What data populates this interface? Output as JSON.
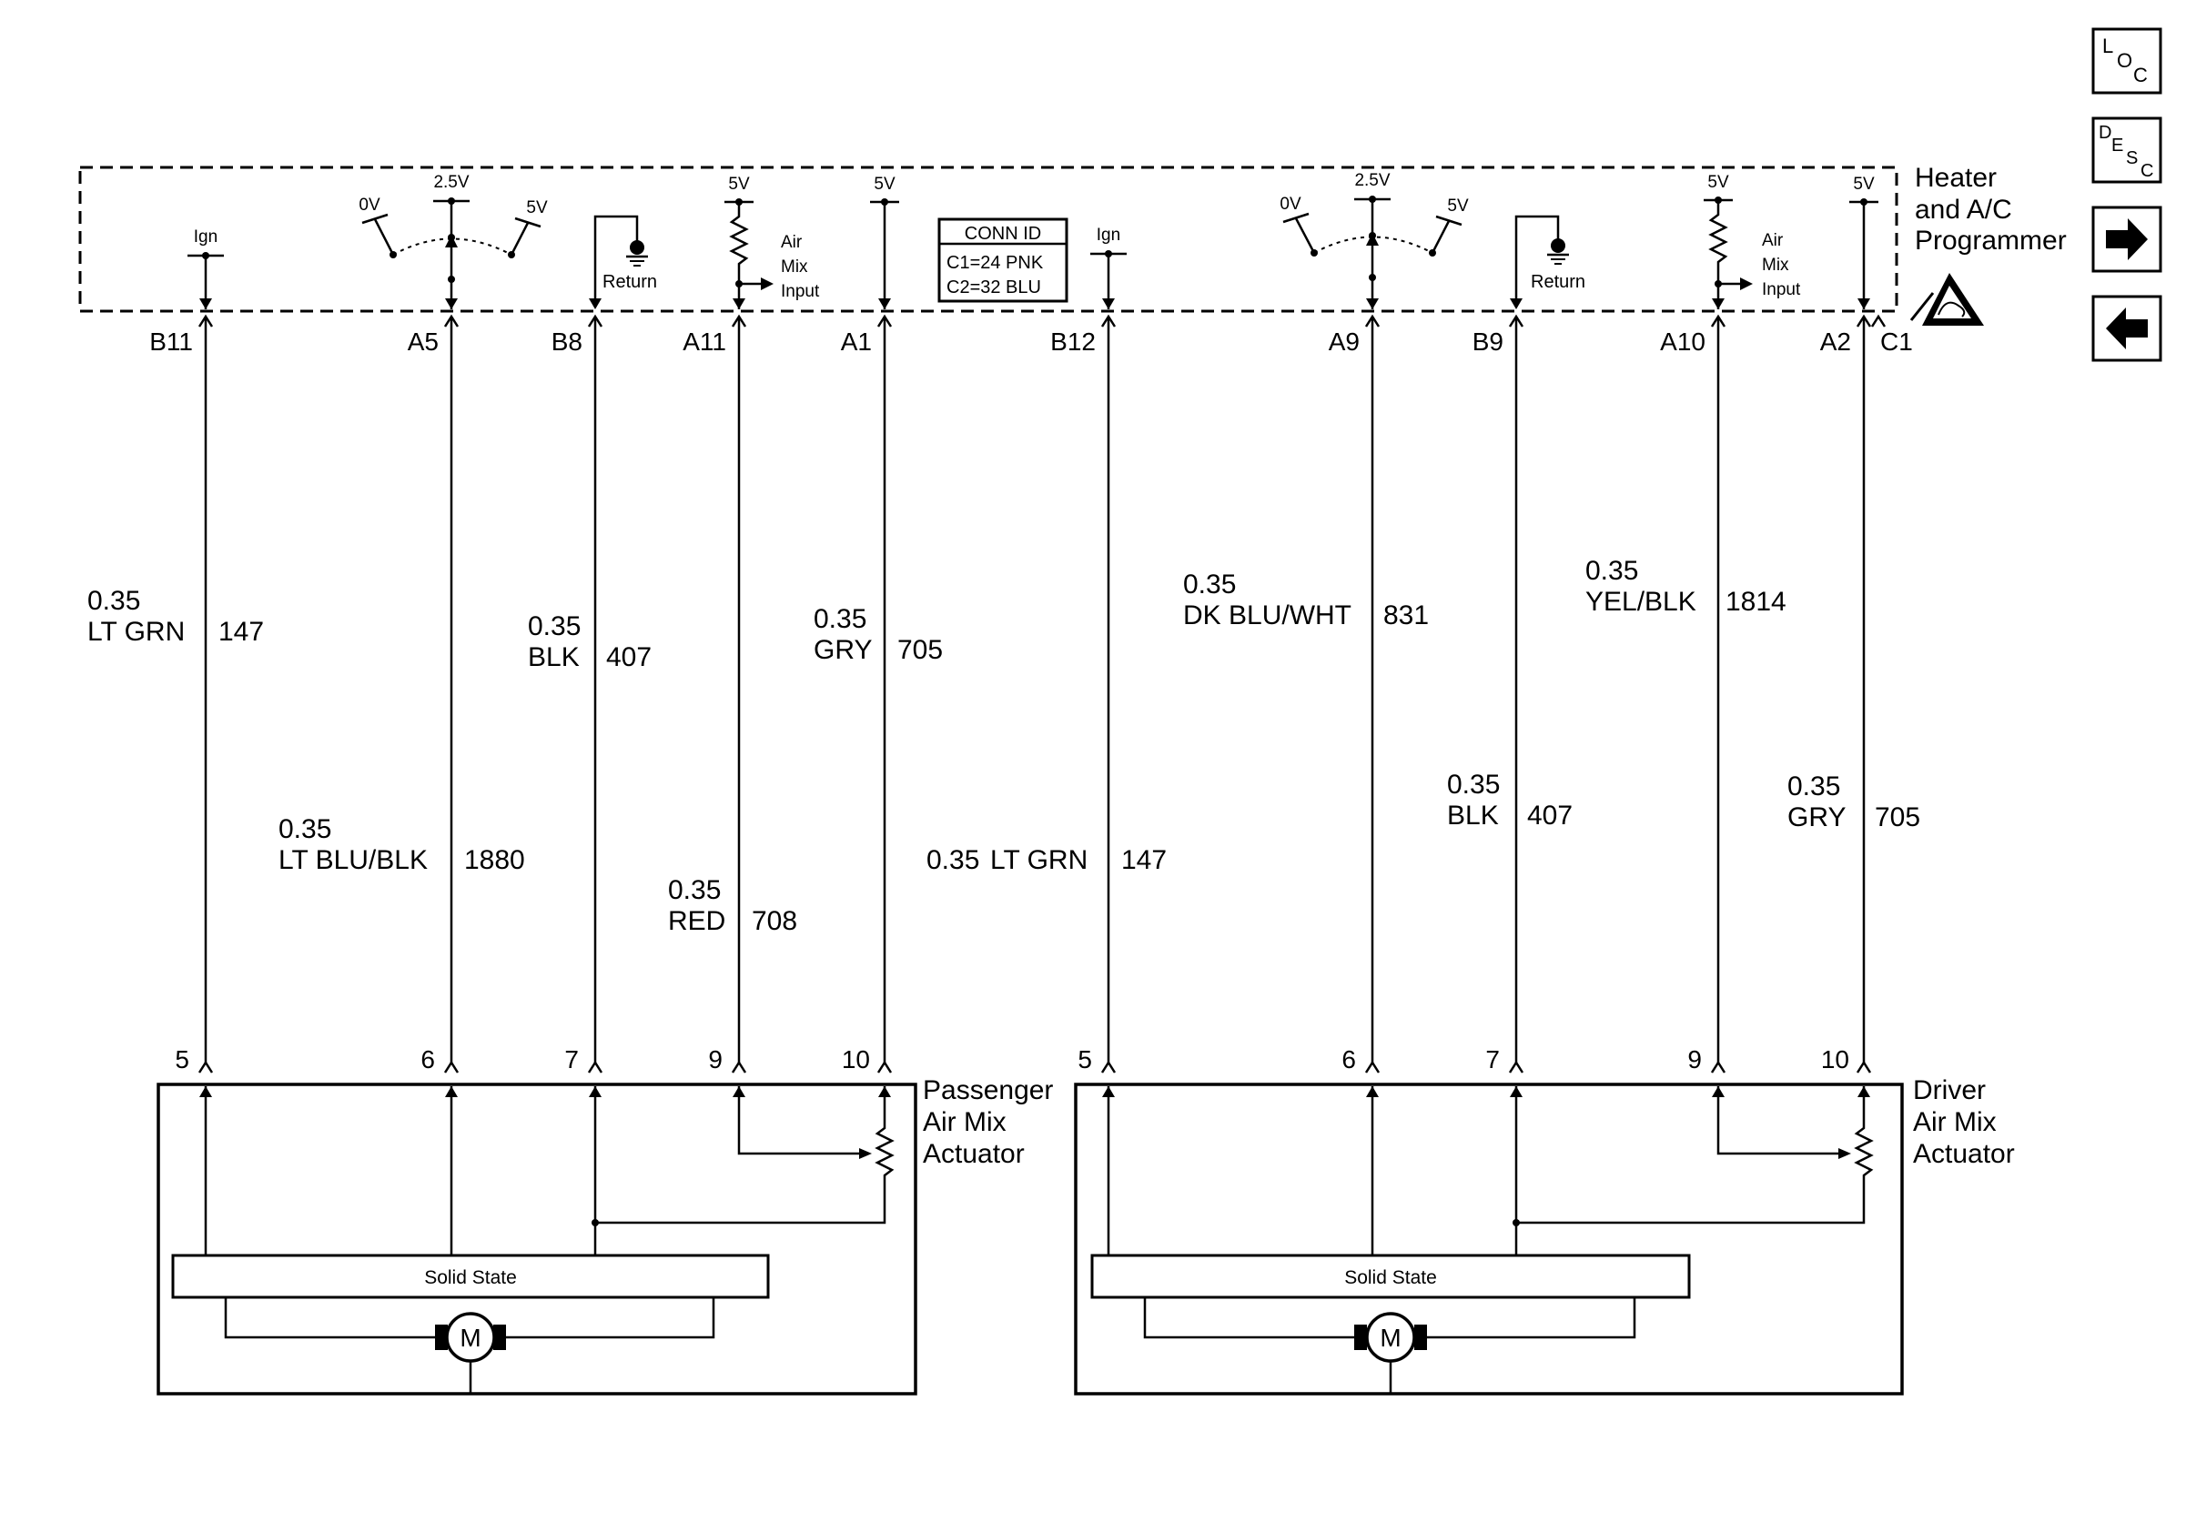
{
  "diagram": {
    "module": {
      "title_lines": [
        "Heater",
        "and A/C",
        "Programmer"
      ]
    },
    "conn_id": {
      "title": "CONN ID",
      "lines": [
        "C1=24 PNK",
        "C2=32 BLU"
      ],
      "corner_label": "C1"
    },
    "internal": {
      "ign": "Ign",
      "return": "Return",
      "zero_v": "0V",
      "mid_v": "2.5V",
      "five_v": "5V",
      "air_mix_lines": [
        "Air",
        "Mix",
        "Input"
      ]
    },
    "pins": [
      "B11",
      "A5",
      "B8",
      "A11",
      "A1",
      "B12",
      "A9",
      "B9",
      "A10",
      "A2"
    ],
    "wires": [
      {
        "gauge": "0.35",
        "color": "LT GRN",
        "circuit": "147"
      },
      {
        "gauge": "0.35",
        "color": "LT BLU/BLK",
        "circuit": "1880"
      },
      {
        "gauge": "0.35",
        "color": "BLK",
        "circuit": "407"
      },
      {
        "gauge": "0.35",
        "color": "RED",
        "circuit": "708"
      },
      {
        "gauge": "0.35",
        "color": "GRY",
        "circuit": "705"
      },
      {
        "gauge": "0.35",
        "color": "LT GRN",
        "circuit": "147"
      },
      {
        "gauge": "0.35",
        "color": "DK BLU/WHT",
        "circuit": "831"
      },
      {
        "gauge": "0.35",
        "color": "BLK",
        "circuit": "407"
      },
      {
        "gauge": "0.35",
        "color": "YEL/BLK",
        "circuit": "1814"
      },
      {
        "gauge": "0.35",
        "color": "GRY",
        "circuit": "705"
      }
    ],
    "actuator_pins": [
      "5",
      "6",
      "7",
      "9",
      "10",
      "5",
      "6",
      "7",
      "9",
      "10"
    ],
    "passenger_actuator": {
      "title_lines": [
        "Passenger",
        "Air Mix",
        "Actuator"
      ],
      "solid_state": "Solid State",
      "motor": "M"
    },
    "driver_actuator": {
      "title_lines": [
        "Driver",
        "Air Mix",
        "Actuator"
      ],
      "solid_state": "Solid State",
      "motor": "M"
    }
  },
  "nav": {
    "loc": {
      "letters": [
        "L",
        "O",
        "C"
      ]
    },
    "desc": {
      "letters": [
        "D",
        "E",
        "S",
        "C"
      ]
    },
    "next_icon": "arrow-right-icon",
    "prev_icon": "arrow-left-icon",
    "esd_icon": "esd-warning-icon"
  }
}
